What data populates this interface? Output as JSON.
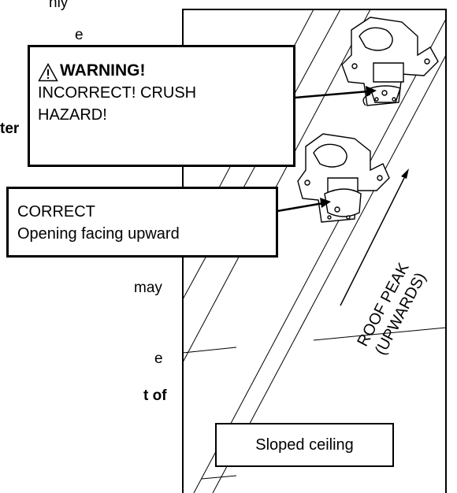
{
  "side_text_fragments": [
    "nly",
    "e",
    "ter",
    "may",
    "e",
    "t of"
  ],
  "warning": {
    "icon": "warning-triangle-icon",
    "title": "WARNING!",
    "line1": "INCORRECT! CRUSH",
    "line2": "HAZARD!"
  },
  "correct": {
    "line1": "CORRECT",
    "line2": "Opening facing upward"
  },
  "roof_peak": {
    "line1": "ROOF PEAK",
    "line2": "(UPWARDS)"
  },
  "ceiling_label": "Sloped ceiling",
  "colors": {
    "ink": "#000000",
    "paper": "#ffffff"
  }
}
